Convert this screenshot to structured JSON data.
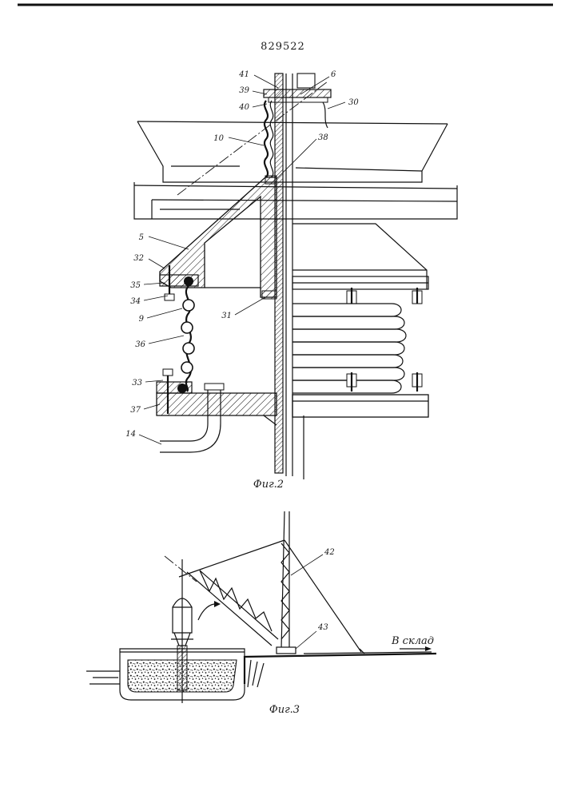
{
  "patent_number": "829522",
  "figures": [
    {
      "caption": "Фиг.2"
    },
    {
      "caption": "Фиг.3"
    }
  ],
  "fig2_labels": [
    "41",
    "39",
    "40",
    "6",
    "30",
    "10",
    "38",
    "5",
    "32",
    "35",
    "34",
    "9",
    "31",
    "36",
    "33",
    "37",
    "14"
  ],
  "fig3_labels": [
    "42",
    "43"
  ],
  "fig3_annotation": "В склад",
  "colors": {
    "ink": "#111111",
    "paper": "#ffffff"
  }
}
